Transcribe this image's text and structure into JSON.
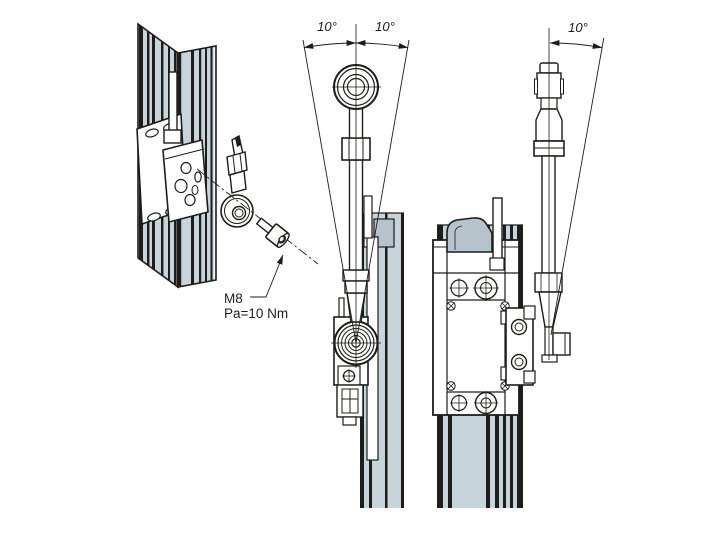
{
  "figure": {
    "colors": {
      "paper": "#ffffff",
      "line": "#1d1d1b",
      "rail": "#c7d4da",
      "cap": "#b6c3ca"
    },
    "iso_view": {
      "bolt_size": "M8",
      "tightening_torque": "Pa=10 Nm"
    },
    "front_view": {
      "left_angle": "10°",
      "right_angle": "10°"
    },
    "side_view": {
      "angle": "10°"
    }
  }
}
